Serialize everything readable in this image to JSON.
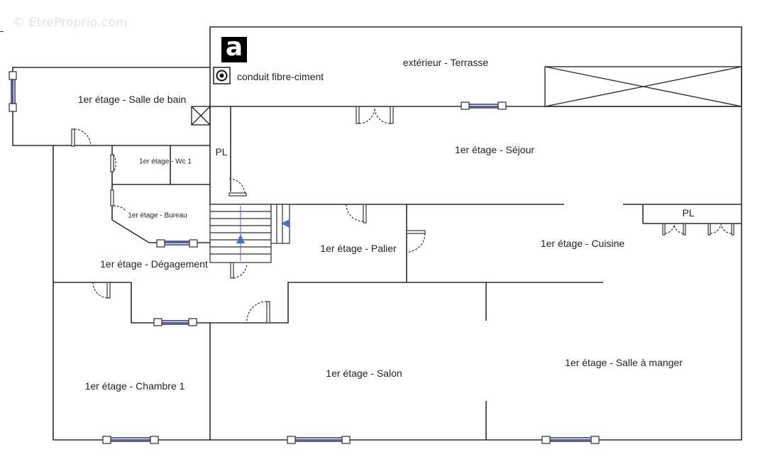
{
  "watermark": "© EtreProprio.com",
  "logo": {
    "letter": "a"
  },
  "legend": {
    "conduit_label": "conduit fibre-ciment",
    "conduit_icon": "circle-dot-icon"
  },
  "rooms": {
    "terrasse": "extérieur - Terrasse",
    "salle_de_bain": "1er étage - Salle de bain",
    "wc": "1er étage - Wc 1",
    "bureau": "1er étage - Bureau",
    "sejour": "1er étage - Séjour",
    "palier": "1er étage - Palier",
    "cuisine": "1er étage - Cuisine",
    "degagement": "1er étage - Dégagement",
    "chambre": "1er étage - Chambre 1",
    "salon": "1er étage - Salon",
    "salle_a_manger": "1er étage - Salle à manger"
  },
  "closets": {
    "pl_left": "PL",
    "pl_right": "PL"
  },
  "colors": {
    "wall": "#2b2b2b",
    "window": "#5a62b8",
    "arrow": "#4f6fc4",
    "door": "#333333"
  }
}
